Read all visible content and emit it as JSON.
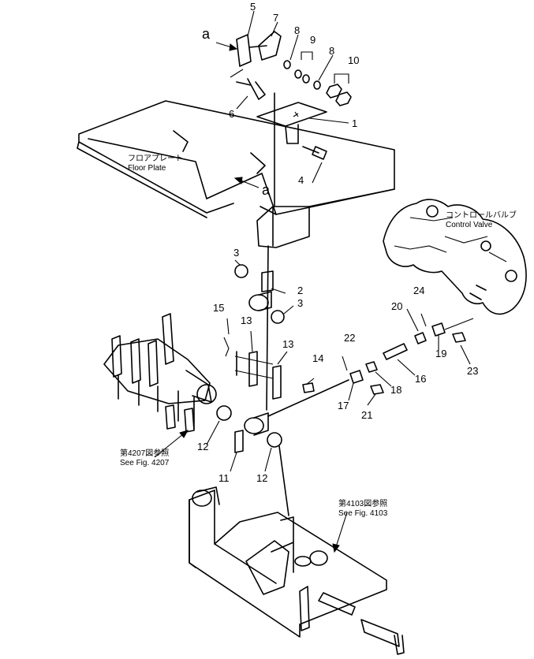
{
  "callouts": {
    "n1": "1",
    "n2": "2",
    "n3a": "3",
    "n3b": "3",
    "n4": "4",
    "n5": "5",
    "n6": "6",
    "n7": "7",
    "n8a": "8",
    "n8b": "8",
    "n9": "9",
    "n10": "10",
    "n11": "11",
    "n12a": "12",
    "n12b": "12",
    "n13a": "13",
    "n13b": "13",
    "n14": "14",
    "n15": "15",
    "n16": "16",
    "n17": "17",
    "n18": "18",
    "n19": "19",
    "n20": "20",
    "n21": "21",
    "n22": "22",
    "n23": "23",
    "n24": "24"
  },
  "view_marks": {
    "top": "a",
    "bottom": "a"
  },
  "captions": {
    "floor_plate_jp": "フロアプレート",
    "floor_plate_en": "Floor Plate",
    "control_valve_jp": "コントロールバルブ",
    "control_valve_en": "Control Valve",
    "fig4207_jp": "第4207図参照",
    "fig4207_en": "See Fig. 4207",
    "fig4103_jp": "第4103図参照",
    "fig4103_en": "See Fig. 4103"
  }
}
